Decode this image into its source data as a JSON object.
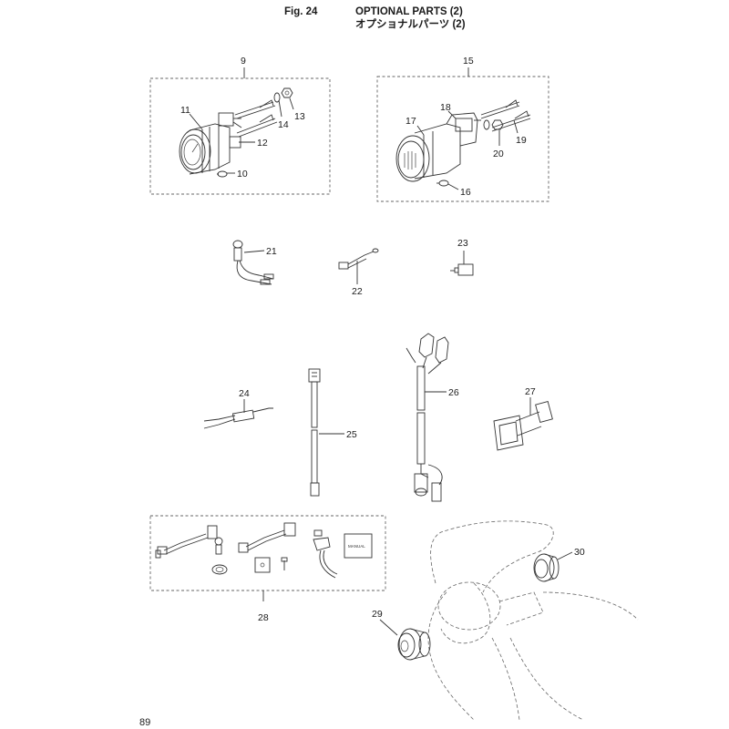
{
  "header": {
    "fig": "Fig. 24",
    "title_en": "OPTIONAL PARTS (2)",
    "title_jp": "オプショナルパーツ (2)"
  },
  "page_number": "89",
  "callouts": [
    "9",
    "10",
    "11",
    "12",
    "13",
    "14",
    "15",
    "16",
    "17",
    "18",
    "19",
    "20",
    "21",
    "22",
    "23",
    "24",
    "25",
    "26",
    "27",
    "28",
    "29",
    "30"
  ],
  "manual_label": "MANUAL"
}
